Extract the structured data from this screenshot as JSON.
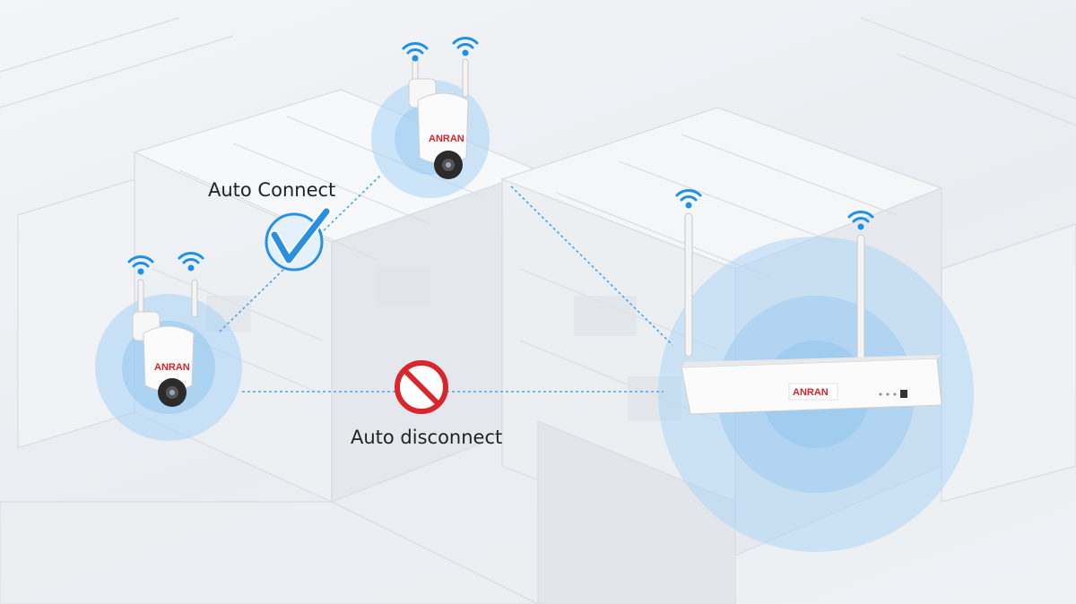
{
  "labels": {
    "auto_connect": "Auto Connect",
    "auto_disconnect": "Auto disconnect"
  },
  "devices": {
    "camera_brand": "ANRAN",
    "nvr_brand": "ANRAN"
  },
  "icons": {
    "connected": "checkmark-icon",
    "disconnected": "prohibited-icon",
    "signal": "wifi-icon"
  },
  "colors": {
    "signal_blue": "#1e90e8",
    "halo": "#a9d3f5",
    "link_line": "#4aa3e6",
    "check_circle": "#2a8fe0",
    "prohibit_red": "#d9262c",
    "brand_red": "#d0252b"
  }
}
